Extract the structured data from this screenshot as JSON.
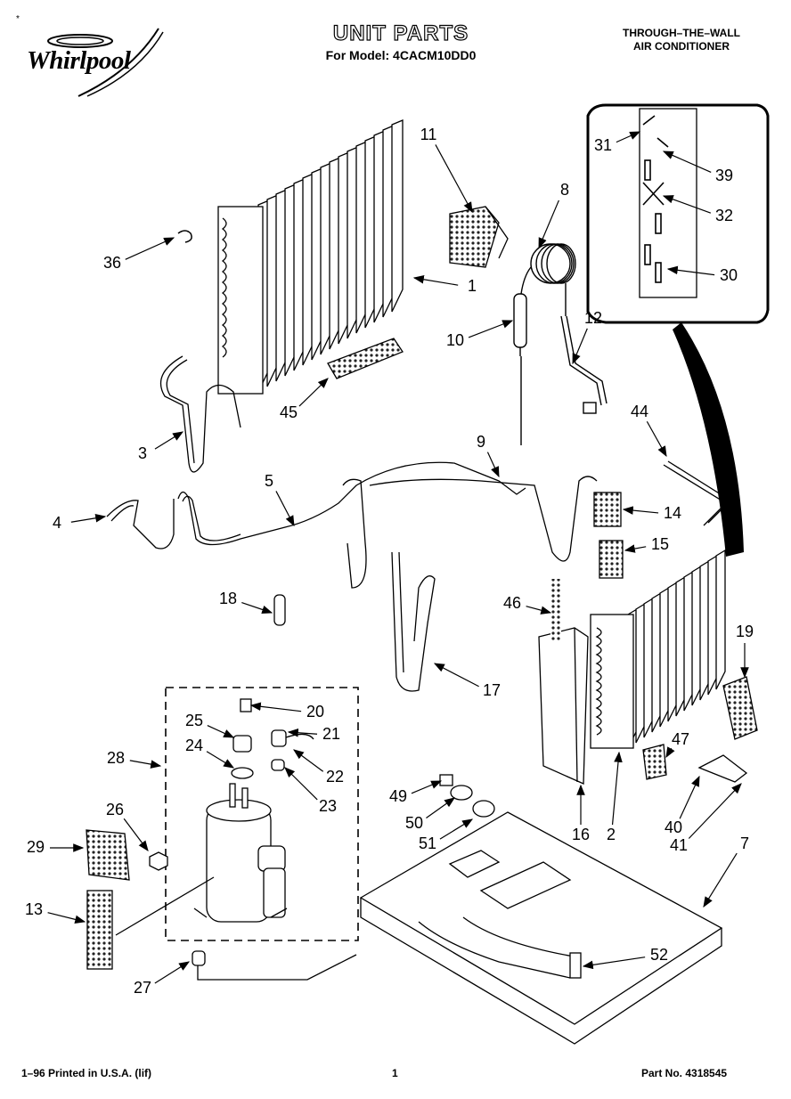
{
  "header": {
    "brand": "Whirlpool",
    "mark": "®",
    "title": "UNIT PARTS",
    "model_line": "For Model: 4CACM10DD0",
    "product_line1": "THROUGH–THE–WALL",
    "product_line2": "AIR CONDITIONER"
  },
  "footer": {
    "printed": "1–96 Printed in U.S.A. (lif)",
    "page": "1",
    "part_no": "Part No. 4318545"
  },
  "callouts": [
    {
      "label": "1"
    },
    {
      "label": "2"
    },
    {
      "label": "3"
    },
    {
      "label": "4"
    },
    {
      "label": "5"
    },
    {
      "label": "7"
    },
    {
      "label": "8"
    },
    {
      "label": "9"
    },
    {
      "label": "10"
    },
    {
      "label": "11"
    },
    {
      "label": "12"
    },
    {
      "label": "13"
    },
    {
      "label": "14"
    },
    {
      "label": "15"
    },
    {
      "label": "16"
    },
    {
      "label": "17"
    },
    {
      "label": "18"
    },
    {
      "label": "19"
    },
    {
      "label": "20"
    },
    {
      "label": "21"
    },
    {
      "label": "22"
    },
    {
      "label": "23"
    },
    {
      "label": "24"
    },
    {
      "label": "25"
    },
    {
      "label": "26"
    },
    {
      "label": "27"
    },
    {
      "label": "28"
    },
    {
      "label": "29"
    },
    {
      "label": "30"
    },
    {
      "label": "31"
    },
    {
      "label": "32"
    },
    {
      "label": "36"
    },
    {
      "label": "39"
    },
    {
      "label": "40"
    },
    {
      "label": "41"
    },
    {
      "label": "44"
    },
    {
      "label": "45"
    },
    {
      "label": "46"
    },
    {
      "label": "47"
    },
    {
      "label": "49"
    },
    {
      "label": "50"
    },
    {
      "label": "51"
    },
    {
      "label": "52"
    }
  ]
}
